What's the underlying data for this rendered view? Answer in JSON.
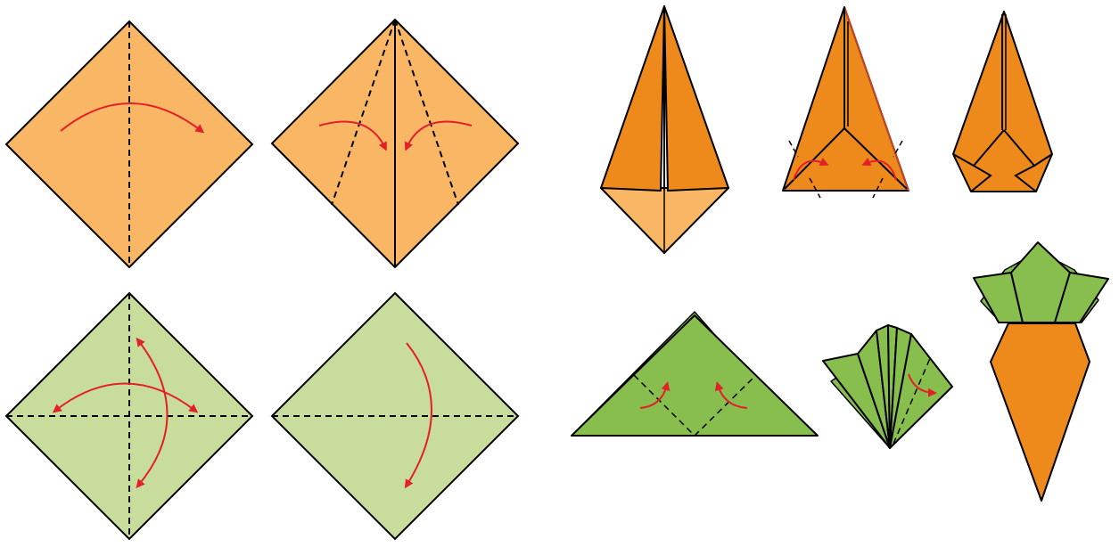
{
  "diagram": {
    "type": "origami-instructions",
    "subject": "carrot",
    "colors": {
      "paper_orange_light": "#F9B665",
      "paper_orange_dark": "#EE8A1C",
      "paper_green_light": "#C8DC9C",
      "paper_green_dark": "#88BE4E",
      "outline": "#000000",
      "fold_arrow": "#E3202A"
    },
    "steps": [
      {
        "id": "orange-step-1",
        "shape": "square-diamond",
        "color": "paper_orange_light",
        "folds": [
          "vertical-valley"
        ],
        "arrows": [
          "left-to-right"
        ]
      },
      {
        "id": "orange-step-2",
        "shape": "square-diamond",
        "color": "paper_orange_light",
        "folds": [
          "two-kite-valleys"
        ],
        "arrows": [
          "left-inward",
          "right-inward"
        ]
      },
      {
        "id": "orange-step-3",
        "shape": "kite",
        "color": "paper_orange_dark",
        "folds": [],
        "arrows": []
      },
      {
        "id": "orange-step-4",
        "shape": "narrow-triangle",
        "color": "paper_orange_dark",
        "folds": [
          "bottom-corners"
        ],
        "arrows": [
          "left-corner-up",
          "right-corner-up"
        ]
      },
      {
        "id": "orange-step-5",
        "shape": "carrot-body",
        "color": "paper_orange_dark",
        "folds": [],
        "arrows": []
      },
      {
        "id": "green-step-1",
        "shape": "square-diamond",
        "color": "paper_green_light",
        "folds": [
          "vertical-valley",
          "horizontal-valley"
        ],
        "arrows": [
          "horizontal-both",
          "vertical-both"
        ]
      },
      {
        "id": "green-step-2",
        "shape": "square-diamond",
        "color": "paper_green_light",
        "folds": [
          "horizontal-valley"
        ],
        "arrows": [
          "top-to-bottom"
        ]
      },
      {
        "id": "green-step-3",
        "shape": "triangle",
        "color": "paper_green_dark",
        "folds": [
          "inner-squash"
        ],
        "arrows": [
          "left-up",
          "right-up"
        ]
      },
      {
        "id": "green-step-4",
        "shape": "fan",
        "color": "paper_green_dark",
        "folds": [
          "pleats"
        ],
        "arrows": [
          "right-flap"
        ]
      },
      {
        "id": "final-carrot",
        "shape": "carrot",
        "color": "paper_orange_dark",
        "leaves_color": "paper_green_dark"
      }
    ]
  }
}
